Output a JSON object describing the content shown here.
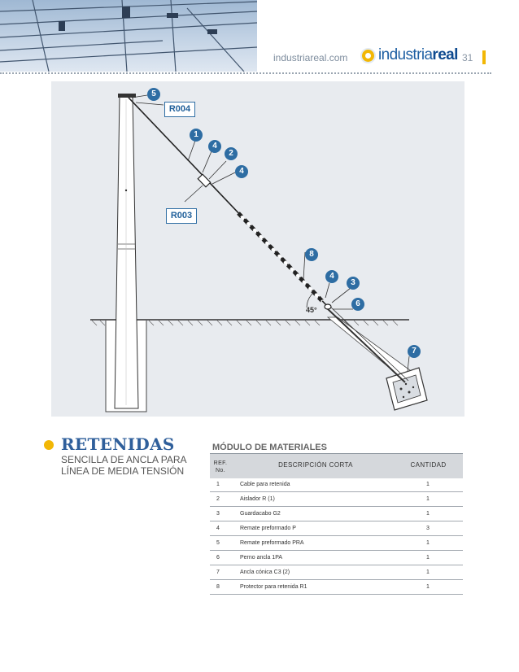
{
  "header": {
    "site_url": "industriareal.com",
    "logo_light": "industria",
    "logo_bold": "real",
    "page_number": "31",
    "accent_color": "#f2b705"
  },
  "diagram": {
    "tags": {
      "top": "R004",
      "middle": "R003"
    },
    "callouts": [
      "5",
      "1",
      "4",
      "2",
      "4",
      "8",
      "4",
      "3",
      "6",
      "7"
    ],
    "angle_label": "45°"
  },
  "section": {
    "title": "RETENIDAS",
    "subtitle_line1": "SENCILLA DE ANCLA PARA",
    "subtitle_line2": "LÍNEA DE MEDIA TENSIÓN"
  },
  "materials": {
    "title": "MÓDULO DE MATERIALES",
    "headers": {
      "ref_line1": "REF.",
      "ref_line2": "No.",
      "description": "DESCRIPCIÓN CORTA",
      "quantity": "CANTIDAD"
    },
    "rows": [
      {
        "ref": "1",
        "desc": "Cable para retenida",
        "qty": "1"
      },
      {
        "ref": "2",
        "desc": "Aislador R (1)",
        "qty": "1"
      },
      {
        "ref": "3",
        "desc": "Guardacabo G2",
        "qty": "1"
      },
      {
        "ref": "4",
        "desc": "Remate preformado P",
        "qty": "3"
      },
      {
        "ref": "5",
        "desc": "Remate preformado PRA",
        "qty": "1"
      },
      {
        "ref": "6",
        "desc": "Perno ancla 1PA",
        "qty": "1"
      },
      {
        "ref": "7",
        "desc": "Ancla cónica C3 (2)",
        "qty": "1"
      },
      {
        "ref": "8",
        "desc": "Protector para retenida R1",
        "qty": "1"
      }
    ]
  }
}
